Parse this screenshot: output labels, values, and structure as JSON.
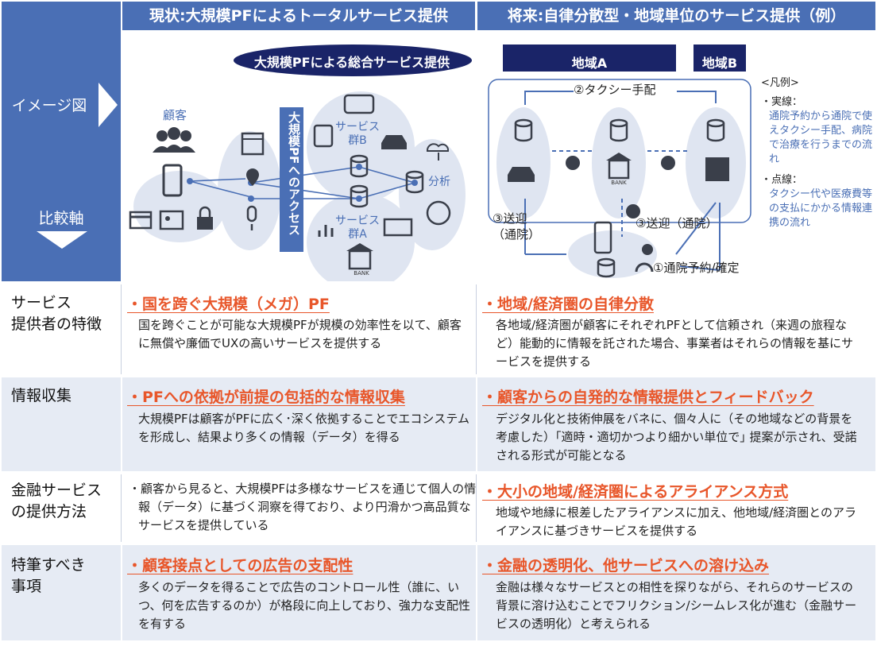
{
  "headers": {
    "current": "現状:大規模PFによるトータルサービス提供",
    "future": "将来:自律分散型・地域単位のサービス提供（例）"
  },
  "left": {
    "image_label": "イメージ図",
    "compare_label": "比較軸"
  },
  "diagram_left": {
    "pill": "大規模PFによる総合サービス提供",
    "customer": "顧客",
    "pf_access": "大規模PFへのアクセス",
    "group_b": "サービス群B",
    "group_a": "サービス群A",
    "analysis": "分析",
    "bank": "BANK"
  },
  "diagram_right": {
    "region_a": "地域A",
    "region_b": "地域B",
    "taxi": "②タクシー手配",
    "pickup_left": "③送迎\n（通院）",
    "pickup_right": "③送迎（通院）",
    "reserve": "①通院予約/確定",
    "bank": "BANK",
    "legend_title": "<凡例>",
    "legend_solid": "・実線：",
    "legend_solid_desc": "通院予約から通院で使えタクシー手配、病院で治療を行うまでの流れ",
    "legend_dotted": "・点線：",
    "legend_dotted_desc": "タクシー代や医療費等の支払にかかる情報連携の流れ"
  },
  "rows": [
    {
      "label": "サービス\n提供者の特徴",
      "left_title": "・国を跨ぐ大規模（メガ）PF",
      "left_body": "国を跨ぐことが可能な大規模PFが規模の効率性を以て、顧客に無償や廉価でUXの高いサービスを提供する",
      "right_title": "・地域/経済圏の自律分散",
      "right_body": "各地域/経済圏が顧客にそれぞれPFとして信頼され（来週の旅程など）能動的に情報を託された場合、事業者はそれらの情報を基にサービスを提供する"
    },
    {
      "label": "情報収集",
      "left_title": "・PFへの依拠が前提の包括的な情報収集",
      "left_body": "大規模PFは顧客がPFに広く･深く依拠することでエコシステムを形成し、結果より多くの情報（データ）を得る",
      "right_title": "・顧客からの自発的な情報提供とフィードバック",
      "right_body": "デジタル化と技術伸展をバネに、個々人に（その地域などの背景を考慮した）｢適時・適切かつより細かい単位で｣ 提案が示され、受諾される形式が可能となる"
    },
    {
      "label": "金融サービス\nの提供方法",
      "left_title": "",
      "left_body": "・顧客から見ると、大規模PFは多様なサービスを通じて個人の情報（データ）に基づく洞察を得ており、より円滑かつ高品質なサービスを提供している",
      "right_title": "・大小の地域/経済圏によるアライアンス方式",
      "right_body": "地域や地縁に根差したアライアンスに加え、他地域/経済圏とのアライアンスに基づきサービスを提供する"
    },
    {
      "label": "特筆すべき\n事項",
      "left_title": "・顧客接点としての広告の支配性",
      "left_body": "多くのデータを得ることで広告のコントロール性（誰に、いつ、何を広告するのか）が格段に向上しており、強力な支配性を有する",
      "right_title": "・金融の透明化、他サービスへの溶け込み",
      "right_body": "金融は様々なサービスとの相性を探りながら、それらのサービスの背景に溶け込むことでフリクション/シームレス化が進む（金融サービスの透明化）と考えられる"
    }
  ],
  "colors": {
    "header_blue": "#4a6fb5",
    "accent_orange": "#e8562a",
    "shade": "#e6ebf4",
    "navy": "#1a2468"
  }
}
